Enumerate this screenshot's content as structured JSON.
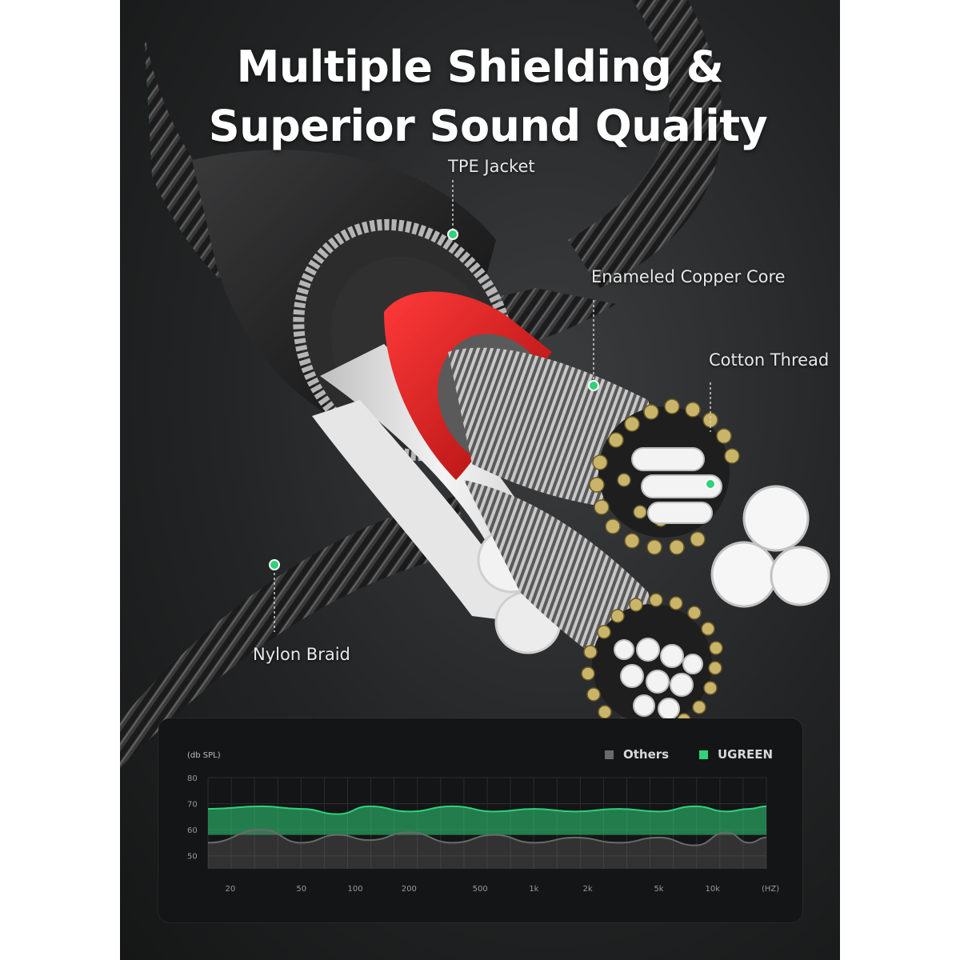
{
  "headline": {
    "line1": "Multiple Shielding &",
    "line2": "Superior Sound Quality"
  },
  "callouts": {
    "tpe_jacket": "TPE Jacket",
    "enameled_copper_core": "Enameled Copper Core",
    "cotton_thread": "Cotton Thread",
    "nylon_braid": "Nylon Braid"
  },
  "colors": {
    "accent_green": "#2fd27a",
    "red_insulation": "#e01e1e",
    "gold_thread": "#c9b46a",
    "others_gray": "#6a6a6a"
  },
  "chart_data": {
    "type": "area",
    "ylabel": "(db SPL)",
    "xlabel_unit": "(HZ)",
    "ylim": [
      45,
      80
    ],
    "y_ticks": [
      "80",
      "70",
      "60",
      "50"
    ],
    "x_ticks": [
      "20",
      "50",
      "100",
      "200",
      "500",
      "1k",
      "2k",
      "5k",
      "10k"
    ],
    "legend": [
      {
        "name": "Others",
        "color": "#6a6a6a"
      },
      {
        "name": "UGREEN",
        "color": "#2fd27a"
      }
    ],
    "legend_position": "top-right",
    "series": [
      {
        "name": "UGREEN",
        "x": [
          20,
          30,
          50,
          80,
          120,
          200,
          350,
          600,
          1000,
          1700,
          3000,
          5000,
          8000,
          12000,
          16000,
          20000
        ],
        "values": [
          68,
          69,
          68,
          66,
          69,
          67,
          69,
          67,
          68,
          67,
          68,
          67,
          69,
          67,
          68,
          69
        ]
      },
      {
        "name": "Others",
        "x": [
          20,
          30,
          50,
          80,
          120,
          200,
          350,
          600,
          1000,
          1700,
          3000,
          5000,
          8000,
          12000,
          16000,
          20000
        ],
        "values": [
          55,
          60,
          55,
          58,
          56,
          59,
          55,
          58,
          55,
          57,
          55,
          57,
          54,
          59,
          55,
          57
        ]
      }
    ],
    "grid": true
  }
}
